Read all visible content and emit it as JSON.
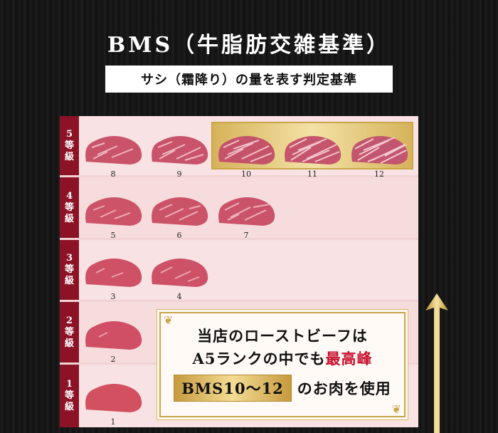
{
  "header": {
    "title": "BMS（牛脂肪交雑基準）",
    "subtitle": "サシ（霜降り）の量を表す判定基準"
  },
  "grades": [
    {
      "label_num": "5",
      "label_a": "等",
      "label_b": "級",
      "items": [
        "8",
        "9",
        "10",
        "11",
        "12"
      ]
    },
    {
      "label_num": "4",
      "label_a": "等",
      "label_b": "級",
      "items": [
        "5",
        "6",
        "7"
      ]
    },
    {
      "label_num": "3",
      "label_a": "等",
      "label_b": "級",
      "items": [
        "3",
        "4"
      ]
    },
    {
      "label_num": "2",
      "label_a": "等",
      "label_b": "級",
      "items": [
        "2"
      ]
    },
    {
      "label_num": "1",
      "label_a": "等",
      "label_b": "級",
      "items": [
        "1"
      ]
    }
  ],
  "callout": {
    "line1": "当店のローストビーフは",
    "line2_prefix": "A5ランクの中でも",
    "line2_highlight": "最高峰",
    "line3_badge": "BMS10～12",
    "line3_suffix": "のお肉を使用"
  },
  "colors": {
    "grade_bar": "#8c1326",
    "highlight": "#c8102e",
    "gold": "#c9a64a"
  }
}
